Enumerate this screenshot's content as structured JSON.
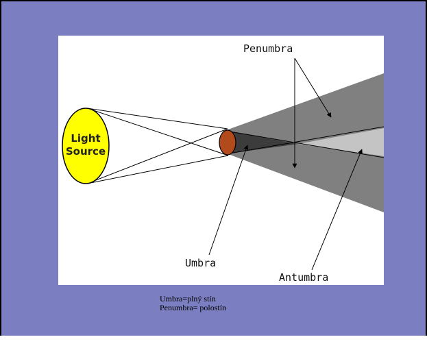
{
  "diagram": {
    "light_source_line1": "Light",
    "light_source_line2": "Source",
    "penumbra_label": "Penumbra",
    "umbra_label": "Umbra",
    "antumbra_label": "Antumbra",
    "colors": {
      "slide_background": "#7b7ec0",
      "light_source_fill": "#ffff00",
      "occluder_fill": "#b24a1c",
      "penumbra_fill": "#808080",
      "umbra_fill": "#3c3c3c",
      "antumbra_fill": "#c4c4c4"
    }
  },
  "caption": {
    "line1": "Umbra=plný stín",
    "line2": "Penumbra= polostín"
  }
}
